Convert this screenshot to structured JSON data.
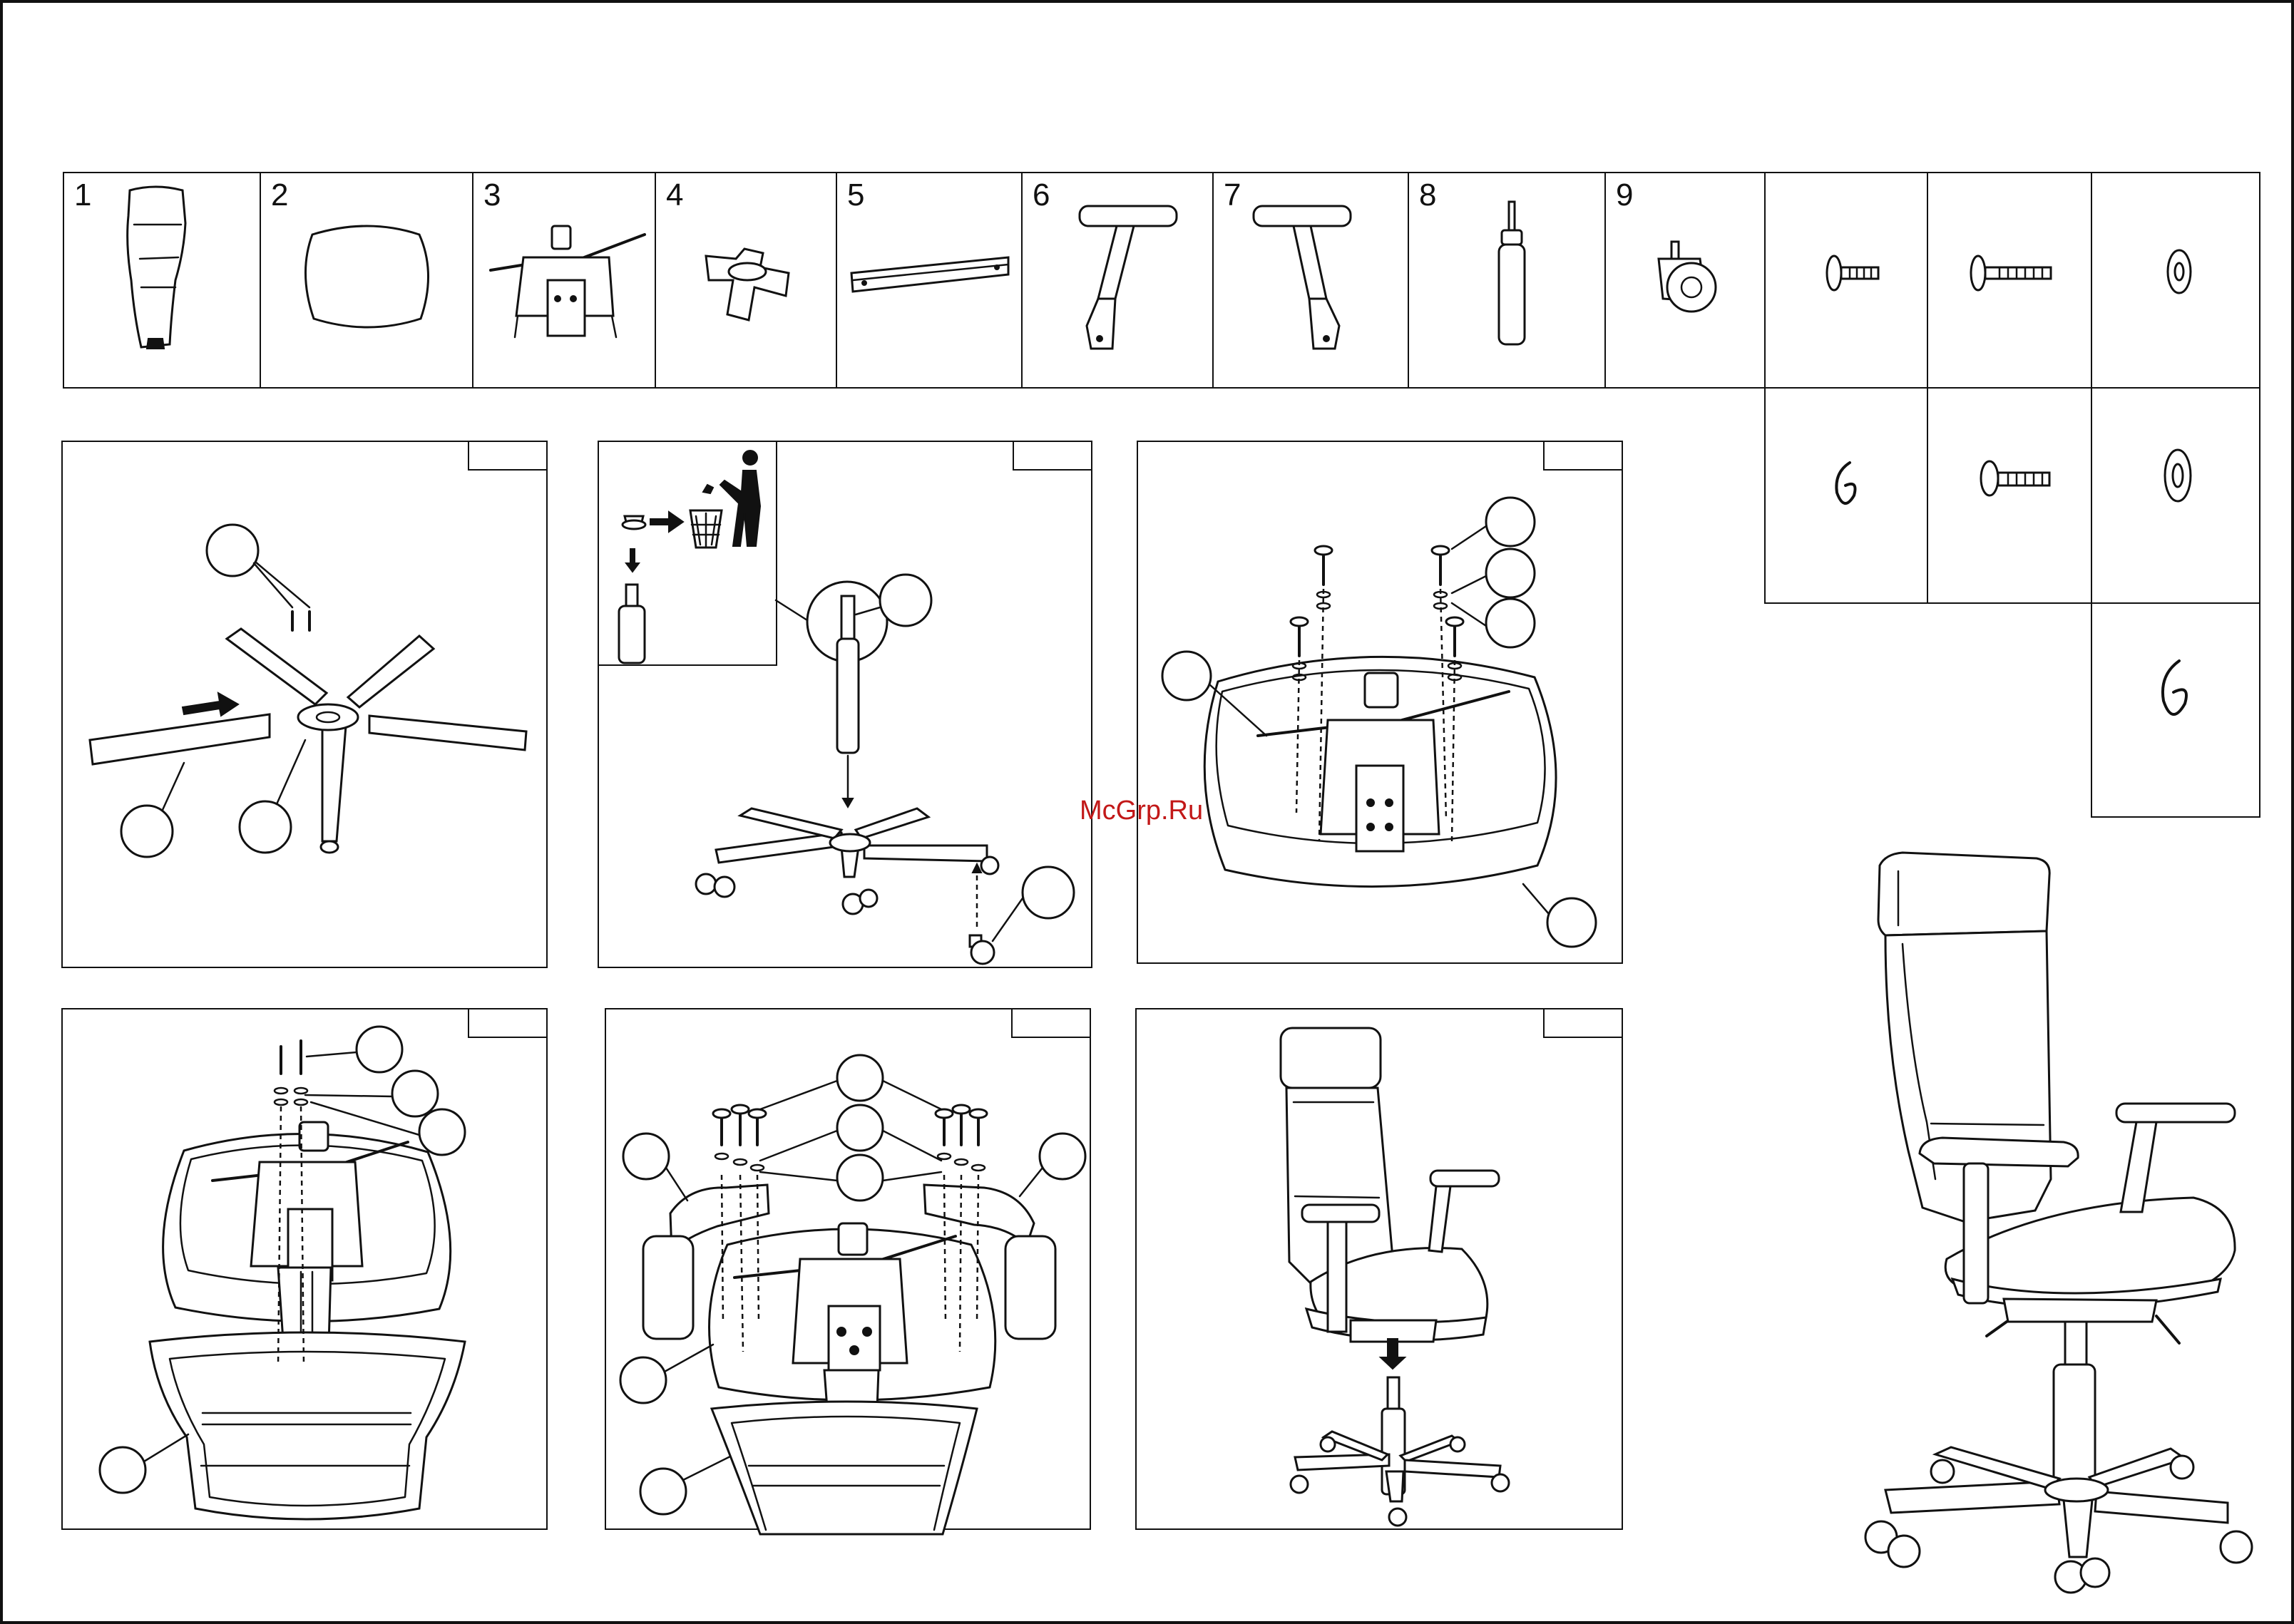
{
  "parts": [
    {
      "num": "1",
      "icon": "backrest-icon"
    },
    {
      "num": "2",
      "icon": "seat-icon"
    },
    {
      "num": "3",
      "icon": "mechanism-icon"
    },
    {
      "num": "4",
      "icon": "star-base-icon"
    },
    {
      "num": "5",
      "icon": "bracket-bar-icon"
    },
    {
      "num": "6",
      "icon": "armrest-icon"
    },
    {
      "num": "7",
      "icon": "armrest-icon"
    },
    {
      "num": "8",
      "icon": "gas-lift-icon"
    },
    {
      "num": "9",
      "icon": "caster-icon"
    }
  ],
  "hardware": [
    "bolt-short-icon",
    "bolt-long-icon",
    "washer-icon",
    "spring-washer-icon",
    "bolt-medium-icon",
    "washer-large-icon",
    "spring-washer-large-icon"
  ],
  "watermark": "McGrp.Ru"
}
